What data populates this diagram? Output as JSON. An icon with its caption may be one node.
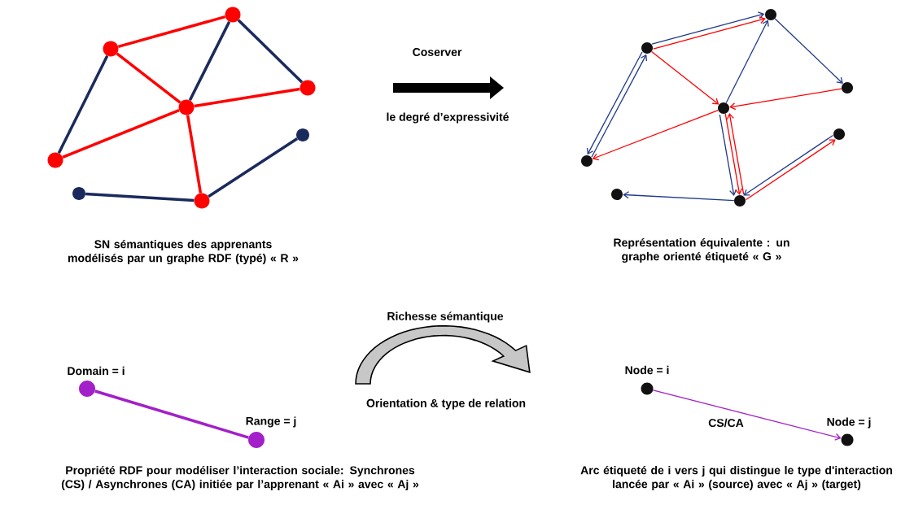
{
  "diagram": {
    "nodes": [
      {
        "text": [],
        "shape": "circle"
      },
      {
        "text": [],
        "shape": "circle"
      },
      {
        "text": [],
        "shape": "circle"
      },
      {
        "text": [],
        "shape": "circle"
      },
      {
        "text": [],
        "shape": "circle"
      },
      {
        "text": [],
        "shape": "circle"
      },
      {
        "text": [],
        "shape": "circle"
      },
      {
        "text": [],
        "shape": "circle"
      },
      {
        "text": [],
        "shape": "circle"
      },
      {
        "text": [],
        "shape": "circle"
      },
      {
        "text": [],
        "shape": "circle"
      },
      {
        "text": [],
        "shape": "circle"
      },
      {
        "text": [],
        "shape": "circle"
      },
      {
        "text": [],
        "shape": "circle"
      },
      {
        "text": [],
        "shape": "circle"
      },
      {
        "text": [],
        "shape": "circle"
      },
      {
        "text": [],
        "shape": "circle",
        "beside": [
          "Domain = i"
        ]
      },
      {
        "text": [],
        "shape": "circle",
        "beside": [
          "Range = j"
        ]
      },
      {
        "text": [],
        "shape": "circle",
        "beside": [
          "Node = i"
        ]
      },
      {
        "text": [],
        "shape": "circle",
        "beside": [
          "Node = j"
        ]
      }
    ],
    "edges": [
      {
        "from": 0,
        "to": 1,
        "arrow": "none",
        "style": "thick",
        "color": "#ff0000"
      },
      {
        "from": 0,
        "to": 3,
        "arrow": "none",
        "style": "thick",
        "color": "#ff0000"
      },
      {
        "from": 0,
        "to": 4,
        "arrow": "none",
        "style": "thick",
        "color": "#1b2a5c"
      },
      {
        "from": 1,
        "to": 3,
        "arrow": "none",
        "style": "thick",
        "color": "#1b2a5c"
      },
      {
        "from": 1,
        "to": 2,
        "arrow": "none",
        "style": "thick",
        "color": "#1b2a5c"
      },
      {
        "from": 3,
        "to": 2,
        "arrow": "none",
        "style": "thick",
        "color": "#ff0000"
      },
      {
        "from": 3,
        "to": 4,
        "arrow": "none",
        "style": "thick",
        "color": "#ff0000"
      },
      {
        "from": 3,
        "to": 7,
        "arrow": "none",
        "style": "thick",
        "color": "#ff0000"
      },
      {
        "from": 7,
        "to": 6,
        "arrow": "none",
        "style": "thick",
        "color": "#1b2a5c"
      },
      {
        "from": 7,
        "to": 5,
        "arrow": "none",
        "style": "thick",
        "color": "#1b2a5c"
      },
      {
        "from": 8,
        "to": 9,
        "arrow": "to",
        "color": "#1f3a8a"
      },
      {
        "from": 8,
        "to": 9,
        "arrow": "to",
        "color": "#ff0000"
      },
      {
        "from": 8,
        "to": 12,
        "arrow": "to",
        "color": "#1f3a8a"
      },
      {
        "from": 12,
        "to": 8,
        "arrow": "to",
        "color": "#1f3a8a"
      },
      {
        "from": 8,
        "to": 11,
        "arrow": "to",
        "color": "#ff0000"
      },
      {
        "from": 11,
        "to": 9,
        "arrow": "to",
        "color": "#1f3a8a"
      },
      {
        "from": 9,
        "to": 10,
        "arrow": "to",
        "color": "#1f3a8a"
      },
      {
        "from": 10,
        "to": 11,
        "arrow": "to",
        "color": "#ff0000"
      },
      {
        "from": 11,
        "to": 12,
        "arrow": "to",
        "color": "#ff0000"
      },
      {
        "from": 11,
        "to": 15,
        "arrow": "to",
        "color": "#1f3a8a"
      },
      {
        "from": 11,
        "to": 15,
        "arrow": "to",
        "color": "#ff0000"
      },
      {
        "from": 15,
        "to": 11,
        "arrow": "to",
        "color": "#ff0000"
      },
      {
        "from": 15,
        "to": 14,
        "arrow": "to",
        "color": "#1f3a8a"
      },
      {
        "from": 13,
        "to": 15,
        "arrow": "to",
        "color": "#1f3a8a"
      },
      {
        "from": 15,
        "to": 13,
        "arrow": "to",
        "color": "#ff0000"
      },
      {
        "from": 16,
        "to": 17,
        "arrow": "none",
        "style": "thick",
        "color": "#a21fc9"
      },
      {
        "from": 18,
        "to": 19,
        "arrow": "to",
        "label": "CS/CA",
        "color": "#a21fc9"
      }
    ],
    "labels": [
      "Coserver",
      "le degré d’expressivité",
      "SN sémantiques des apprenants modélisés par un graphe RDF (typé) « R »",
      "Représentation équivalente : un graphe orienté étiqueté « G »",
      "Richesse sémantique",
      "Orientation & type de relation",
      "Propriété RDF pour modéliser l’interaction sociale: Synchrones (CS) / Asynchrones (CA)  initiée par l’apprenant « Ai » avec « Aj »",
      "Arc étiqueté de i vers j qui distingue le type d'interaction  lancée par « Ai »  (source) avec « Aj » (target)"
    ]
  }
}
